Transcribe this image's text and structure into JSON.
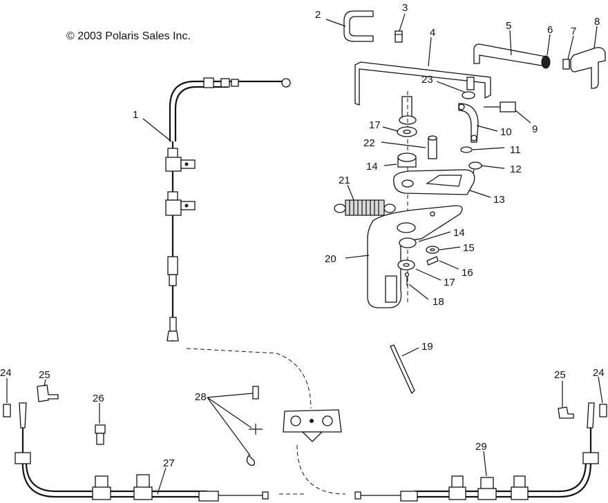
{
  "copyright": "© 2003 Polaris Sales Inc.",
  "callouts": [
    "1",
    "2",
    "3",
    "4",
    "5",
    "6",
    "7",
    "8",
    "9",
    "10",
    "11",
    "12",
    "13",
    "14",
    "14",
    "15",
    "16",
    "17",
    "17",
    "18",
    "19",
    "20",
    "21",
    "22",
    "23",
    "24",
    "24",
    "25",
    "25",
    "26",
    "27",
    "28",
    "29"
  ]
}
